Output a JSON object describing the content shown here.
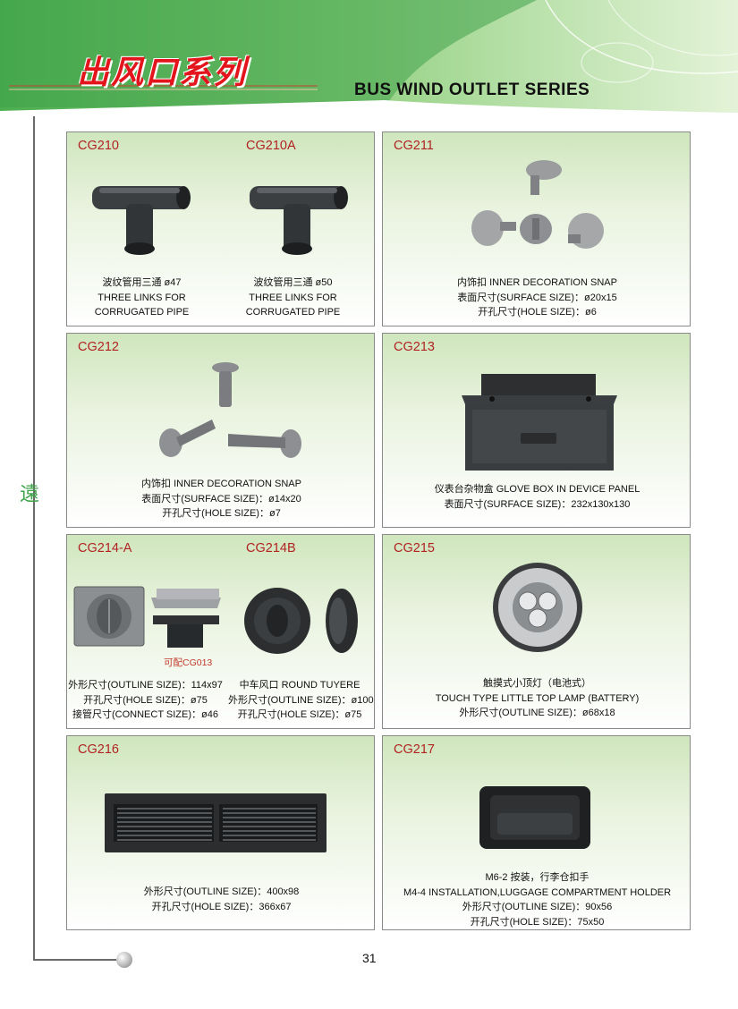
{
  "header": {
    "title_cn": "出风口系列",
    "title_en": "BUS WIND OUTLET SERIES"
  },
  "side_logo": "遠",
  "page_number": "31",
  "colors": {
    "accent_green": "#3fa34a",
    "title_red": "#e3141b",
    "code_red": "#b22222"
  },
  "products": {
    "cg210": {
      "code": "CG210",
      "lines": [
        "波纹管用三通  ø47",
        "THREE LINKS FOR",
        "CORRUGATED PIPE"
      ]
    },
    "cg210a": {
      "code": "CG210A",
      "lines": [
        "波纹管用三通  ø50",
        "THREE LINKS FOR",
        "CORRUGATED PIPE"
      ]
    },
    "cg211": {
      "code": "CG211",
      "lines": [
        "内饰扣  INNER DECORATION SNAP",
        "表面尺寸(SURFACE  SIZE)：ø20x15",
        "开孔尺寸(HOLE SIZE)：ø6"
      ]
    },
    "cg212": {
      "code": "CG212",
      "lines": [
        "内饰扣  INNER DECORATION SNAP",
        "表面尺寸(SURFACE  SIZE)：ø14x20",
        "开孔尺寸(HOLE SIZE)：ø7"
      ]
    },
    "cg213": {
      "code": "CG213",
      "lines": [
        "仪表台杂物盒  GLOVE BOX IN DEVICE PANEL",
        "表面尺寸(SURFACE  SIZE)：232x130x130"
      ]
    },
    "cg214a": {
      "code": "CG214-A",
      "note": "可配CG013",
      "lines": [
        "外形尺寸(OUTLINE SIZE)：114x97",
        "开孔尺寸(HOLE SIZE)：ø75",
        "接管尺寸(CONNECT SIZE)：ø46"
      ]
    },
    "cg214b": {
      "code": "CG214B",
      "lines": [
        "中车风口    ROUND TUYERE",
        "外形尺寸(OUTLINE SIZE)：ø100",
        "开孔尺寸(HOLE SIZE)：ø75"
      ]
    },
    "cg215": {
      "code": "CG215",
      "lines": [
        "触摸式小顶灯（电池式）",
        "TOUCH TYPE LITTLE TOP LAMP (BATTERY)",
        "外形尺寸(OUTLINE SIZE)：ø68x18"
      ]
    },
    "cg216": {
      "code": "CG216",
      "lines": [
        "外形尺寸(OUTLINE SIZE)：400x98",
        "开孔尺寸(HOLE SIZE)：366x67"
      ]
    },
    "cg217": {
      "code": "CG217",
      "lines": [
        "M6-2 按装，行李仓扣手",
        "M4-4 INSTALLATION,LUGGAGE COMPARTMENT HOLDER",
        "外形尺寸(OUTLINE SIZE)：90x56",
        "开孔尺寸(HOLE SIZE)：75x50"
      ]
    }
  }
}
